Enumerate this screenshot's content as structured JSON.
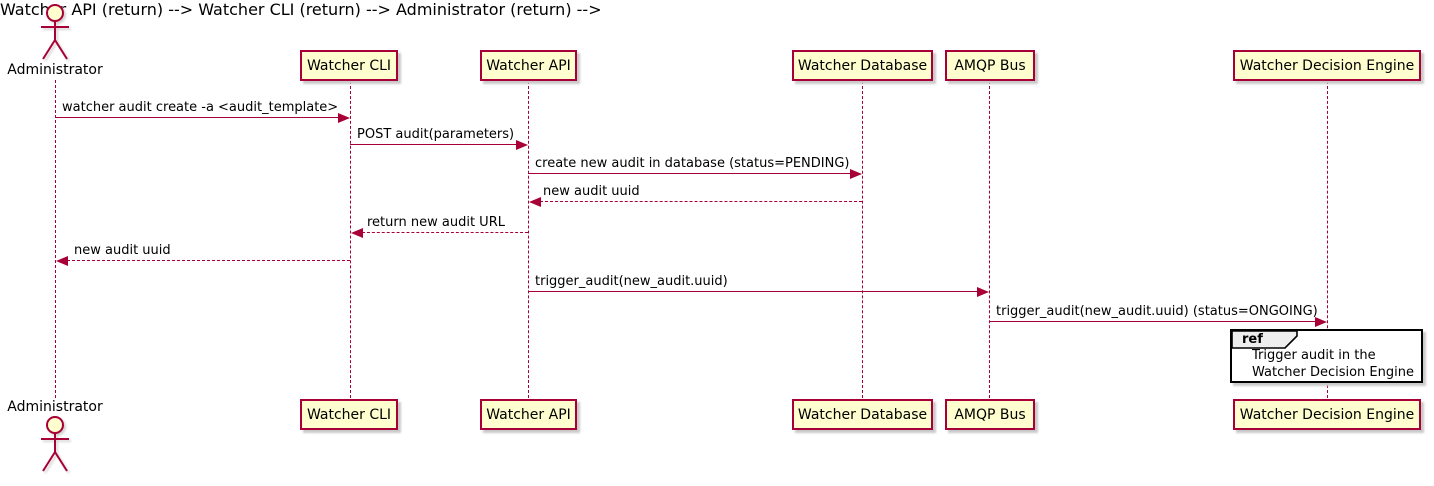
{
  "diagram": {
    "type": "uml-sequence-diagram",
    "actor": {
      "name": "Administrator"
    },
    "participants": [
      {
        "name": "Watcher CLI"
      },
      {
        "name": "Watcher API"
      },
      {
        "name": "Watcher Database"
      },
      {
        "name": "AMQP Bus"
      },
      {
        "name": "Watcher Decision Engine"
      }
    ],
    "messages": [
      {
        "from": "Administrator",
        "to": "Watcher CLI",
        "style": "solid",
        "text": "watcher audit create -a <audit_template>"
      },
      {
        "from": "Watcher CLI",
        "to": "Watcher API",
        "style": "solid",
        "text": "POST audit(parameters)"
      },
      {
        "from": "Watcher API",
        "to": "Watcher Database",
        "style": "solid",
        "text": "create new audit in database (status=PENDING)"
      },
      {
        "from": "Watcher Database",
        "to": "Watcher API",
        "style": "dashed",
        "text": "new audit uuid"
      },
      {
        "from": "Watcher API",
        "to": "Watcher CLI",
        "style": "dashed",
        "text": "return new audit URL"
      },
      {
        "from": "Watcher CLI",
        "to": "Administrator",
        "style": "dashed",
        "text": "new audit uuid"
      },
      {
        "from": "Watcher API",
        "to": "AMQP Bus",
        "style": "solid",
        "text": "trigger_audit(new_audit.uuid)"
      },
      {
        "from": "AMQP Bus",
        "to": "Watcher Decision Engine",
        "style": "solid",
        "text": "trigger_audit(new_audit.uuid) (status=ONGOING)"
      }
    ],
    "ref": {
      "keyword": "ref",
      "over": "Watcher Decision Engine",
      "lines": [
        "Trigger audit in the",
        "Watcher Decision Engine"
      ]
    },
    "colors": {
      "stroke": "#A80036",
      "box_fill": "#FEFECE",
      "text": "#000000",
      "ref_border": "#000000",
      "ref_label_fill": "#EEEEEE"
    }
  }
}
